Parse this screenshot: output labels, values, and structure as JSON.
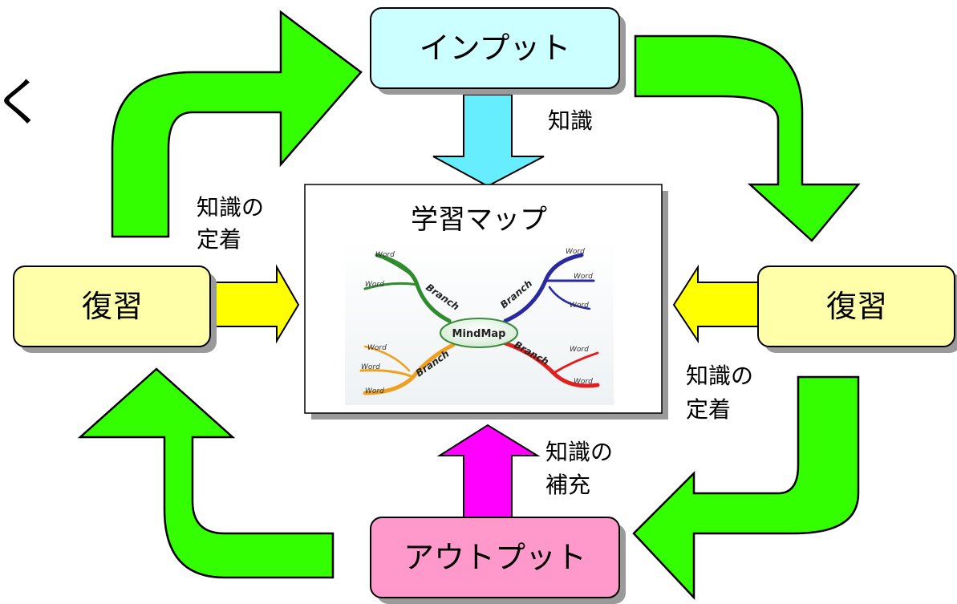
{
  "partial_text": "く",
  "nodes": {
    "input": {
      "label": "インプット",
      "color": "#ccffff"
    },
    "review_left": {
      "label": "復習",
      "color": "#ffffaa"
    },
    "review_right": {
      "label": "復習",
      "color": "#ffffaa"
    },
    "output": {
      "label": "アウトプット",
      "color": "#ff99cc"
    },
    "center": {
      "title": "学習マップ",
      "mindmap": {
        "center_label": "MindMap",
        "branch_label": "Branch",
        "word_label": "Word"
      }
    }
  },
  "notes": {
    "input_to_center": "知識",
    "left_line1": "知識の",
    "left_line2": "定着",
    "right_line1": "知識の",
    "right_line2": "定着",
    "output_line1": "知識の",
    "output_line2": "補充"
  },
  "colors": {
    "cycle_arrow": "#33ff00",
    "input_arrow": "#66eeff",
    "review_arrow": "#ffff00",
    "output_arrow": "#ff00ff",
    "box_shadow": "#9a9a9a",
    "branch_green": "#2e8b2e",
    "branch_blue": "#2a2aa0",
    "branch_orange": "#f0a020",
    "branch_red": "#e02020"
  }
}
